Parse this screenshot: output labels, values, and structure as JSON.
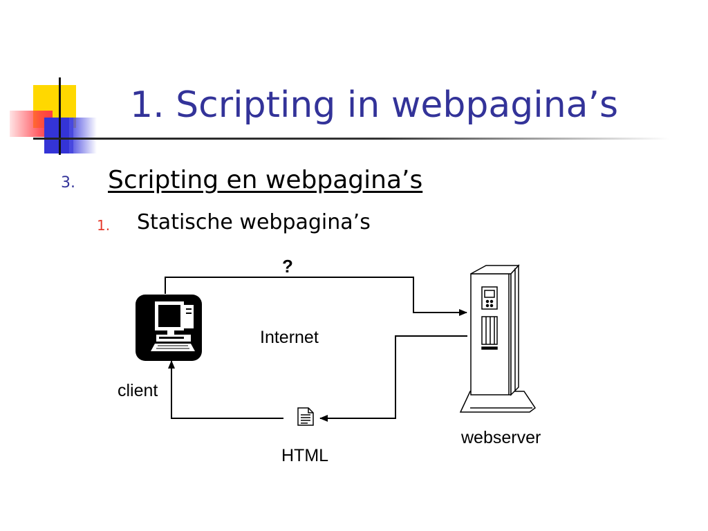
{
  "title": "1.  Scripting in webpagina’s",
  "bullets": [
    {
      "number": "3.",
      "text": "Scripting en webpagina’s",
      "color": "#333399"
    },
    {
      "number": "1.",
      "text": "Statische webpagina’s",
      "color": "#e53a2b"
    }
  ],
  "diagram": {
    "request_label": "?",
    "network_label": "Internet",
    "client_label": "client",
    "server_label": "webserver",
    "response_label": "HTML",
    "icons": [
      "computer-icon",
      "server-icon",
      "document-icon"
    ]
  },
  "colors": {
    "title": "#333399",
    "accent_yellow": "#ffd800",
    "accent_red": "#ff3b44",
    "accent_blue": "#3434d6"
  }
}
